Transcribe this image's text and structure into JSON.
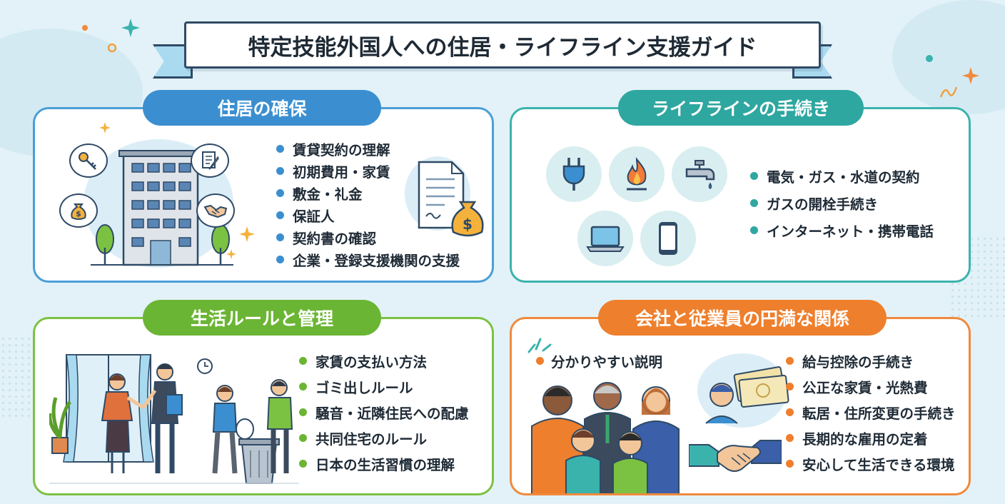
{
  "title": "特定技能外国人への住居・ライフライン支援ガイド",
  "colors": {
    "housing": "#3b8fd0",
    "lifeline": "#2ea7a0",
    "rules": "#6bb534",
    "relations": "#ee7f2d",
    "outline": "#2f4a66",
    "background": "#e3f2f8"
  },
  "panels": {
    "housing": {
      "title": "住居の確保",
      "items": [
        "賃貸契約の理解",
        "初期費用・家賃",
        "敷金・礼金",
        "保証人",
        "契約書の確認",
        "企業・登録支援機関の支援"
      ],
      "icons": [
        "key-icon",
        "document-pen-icon",
        "money-bag-icon",
        "handshake-icon",
        "apartment-building-icon",
        "contract-icon",
        "dollar-bag-icon"
      ]
    },
    "lifeline": {
      "title": "ライフラインの手続き",
      "items": [
        "電気・ガス・水道の契約",
        "ガスの開栓手続き",
        "インターネット・携帯電話"
      ],
      "icons": [
        "plug-icon",
        "flame-icon",
        "faucet-icon",
        "laptop-icon",
        "smartphone-icon"
      ]
    },
    "rules": {
      "title": "生活ルールと管理",
      "items": [
        "家賃の支払い方法",
        "ゴミ出しルール",
        "騒音・近隣住民への配慮",
        "共同住宅のルール",
        "日本の生活習慣の理解"
      ],
      "icons": [
        "clock-icon",
        "plant-icon",
        "trash-bin-icon"
      ]
    },
    "relations": {
      "title": "会社と従業員の円満な関係",
      "callout": "分かりやすい説明",
      "items": [
        "給与控除の手続き",
        "公正な家賃・光熱費",
        "転居・住所変更の手続き",
        "長期的な雇用の定着",
        "安心して生活できる環境"
      ],
      "icons": [
        "banknote-icon",
        "handshake-icon"
      ]
    }
  }
}
